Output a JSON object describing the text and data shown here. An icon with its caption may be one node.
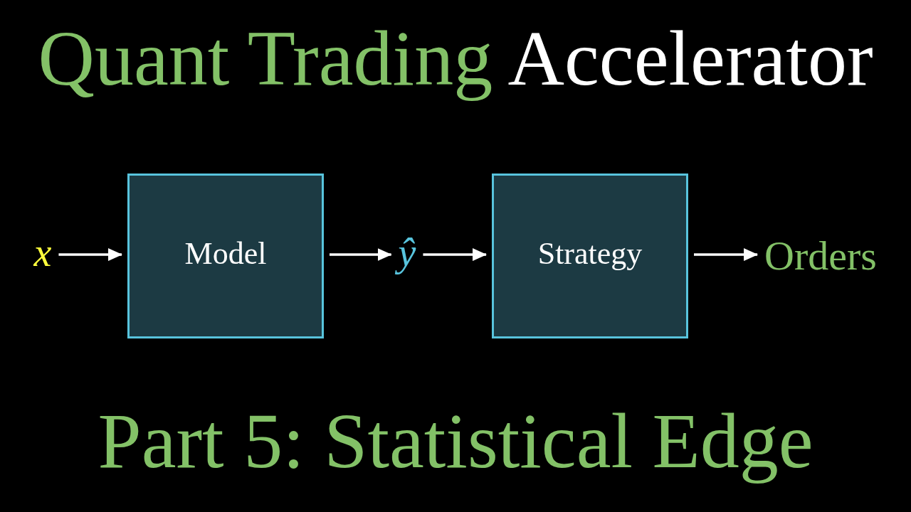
{
  "diagram": {
    "title": "Quant Trading Accelerator",
    "caption": "Part 5: Statistical Edge",
    "nodes": [
      {
        "text": [
          "x"
        ]
      },
      {
        "text": [
          "Model"
        ]
      },
      {
        "text": [
          "ŷ"
        ]
      },
      {
        "text": [
          "Strategy"
        ]
      },
      {
        "text": [
          "Orders"
        ]
      }
    ],
    "edges": [
      {
        "from": 0,
        "to": 1,
        "arrow": "to"
      },
      {
        "from": 1,
        "to": 2,
        "arrow": "to"
      },
      {
        "from": 2,
        "to": 3,
        "arrow": "to"
      },
      {
        "from": 3,
        "to": 4,
        "arrow": "to"
      }
    ]
  }
}
